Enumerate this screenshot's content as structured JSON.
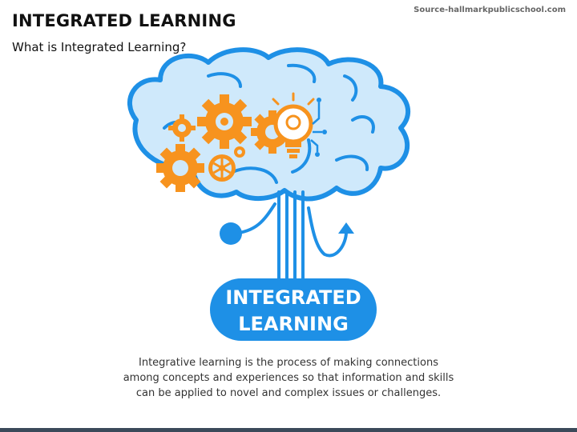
{
  "slide": {
    "title": "INTEGRATED LEARNING",
    "subtitle": "What is Integrated Learning?",
    "source": "Source-hallmarkpublicschool.com",
    "pill": {
      "line1": "INTEGRATED",
      "line2": "LEARNING"
    },
    "body_lines": [
      "Integrative learning is the process of making connections",
      "among concepts and experiences so that information and skills",
      "can be applied to novel and complex issues or challenges."
    ]
  },
  "colors": {
    "accent_blue": "#1e90e6",
    "brain_fill": "#cfe9fb",
    "gear_orange": "#f7931e",
    "footer": "#3b4a5a"
  },
  "icons": [
    "brain-icon",
    "gear-icon",
    "lightbulb-icon",
    "arrow-up-icon"
  ]
}
